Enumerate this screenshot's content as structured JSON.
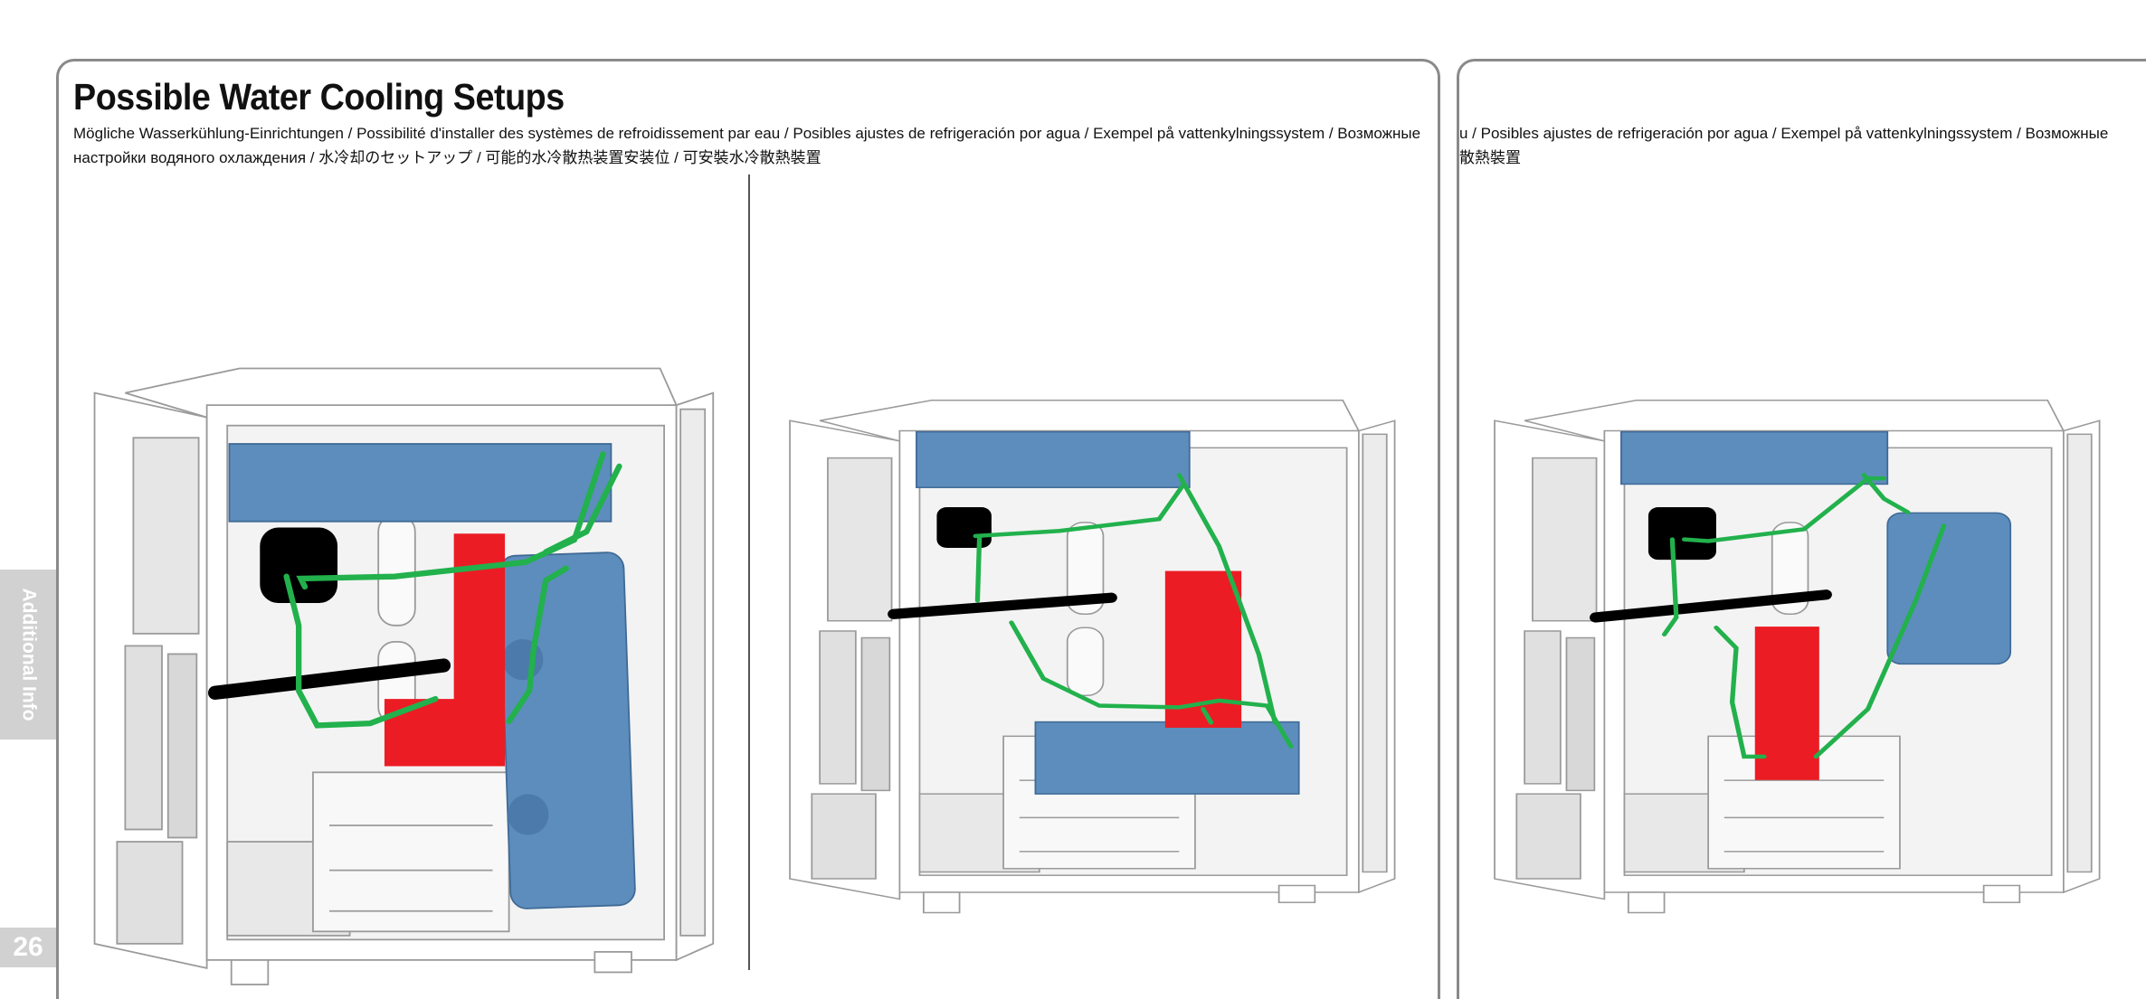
{
  "page": {
    "title": "Possible Water Cooling Setups",
    "subtitle_line1": "Mögliche Wasserkühlung-Einrichtungen / Possibilité d'installer des systèmes de refroidissement par eau / Posibles ajustes de refrigeración por agua / Exempel på vattenkylningssystem / Возможные",
    "subtitle_line2": "настройки водяного охлаждения / 水冷却のセットアップ / 可能的水冷散热装置安装位 / 可安裝水冷散熱裝置",
    "next_page_subtitle_line1": "u / Posibles ajustes de refrigeración por agua / Exempel på vattenkylningssystem / Возможные",
    "next_page_subtitle_line2": "散熱裝置"
  },
  "sidebar": {
    "section_label": "Additional Info",
    "page_number": "26"
  },
  "colors": {
    "radiator": "#5d8dbd",
    "reservoir": "#ec1c24",
    "tubing": "#22b14c",
    "cpu_block": "#000000",
    "sidebar": "#d1d1d1"
  },
  "figures": [
    {
      "name": "setup-top-and-front-radiator"
    },
    {
      "name": "setup-top-and-bottom-radiator"
    },
    {
      "name": "setup-top-and-front-small-radiator"
    }
  ]
}
